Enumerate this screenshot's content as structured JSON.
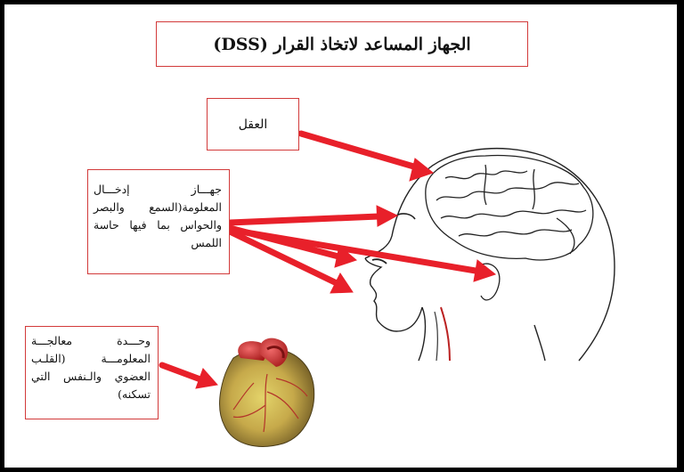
{
  "diagram": {
    "title": "الجهاز المساعد لاتخاذ القرار (DSS)",
    "brain_label": "العقل",
    "input_label": "جهـــاز إدخـــال المعلومة(السمع والبصر والحواس بما فيها حاسة اللمس",
    "processing_label": "وحـــدة معالجـــة المعلومـــة (القلـب العضوي والـنفس التي تسكنه)",
    "accent_color": "#e8202a",
    "border_color": "#d23a3a"
  }
}
